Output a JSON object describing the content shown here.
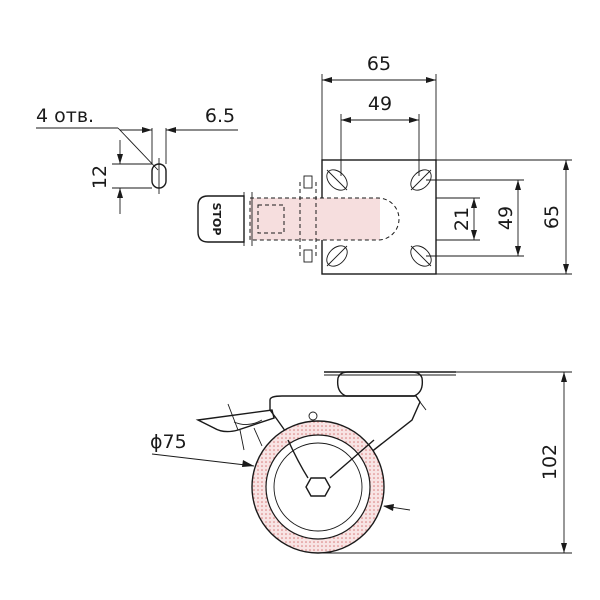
{
  "labels": {
    "holes": "4 отв.",
    "slot_width": "6.5",
    "slot_height": "12",
    "plate_width": "65",
    "hole_spacing_x": "49",
    "stem_width": "21",
    "hole_spacing_y": "49",
    "plate_height": "65",
    "wheel_diameter": "ϕ75",
    "total_height": "102",
    "brake_label": "STOP"
  },
  "colors": {
    "line": "#1a1a1a",
    "tread": "#f6dede",
    "tread_dots": "#d77a7a"
  }
}
